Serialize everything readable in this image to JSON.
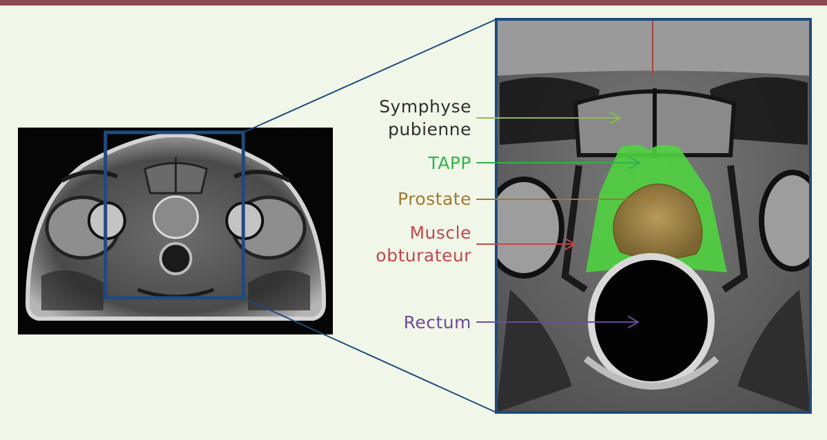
{
  "colors": {
    "header_bar": "#8d4a50",
    "background": "#f0f6e8",
    "frame": "#1f4a7c",
    "symphyse": "#8bbd57",
    "tapp": "#2fb34a",
    "prostate": "#a07a30",
    "muscle": "#c0474c",
    "rectum": "#6e4a98"
  },
  "labels": {
    "symphyse_line1": "Symphyse",
    "symphyse_line2": "pubienne",
    "tapp": "TAPP",
    "prostate": "Prostate",
    "muscle_line1": "Muscle",
    "muscle_line2": "obturateur",
    "rectum": "Rectum"
  }
}
